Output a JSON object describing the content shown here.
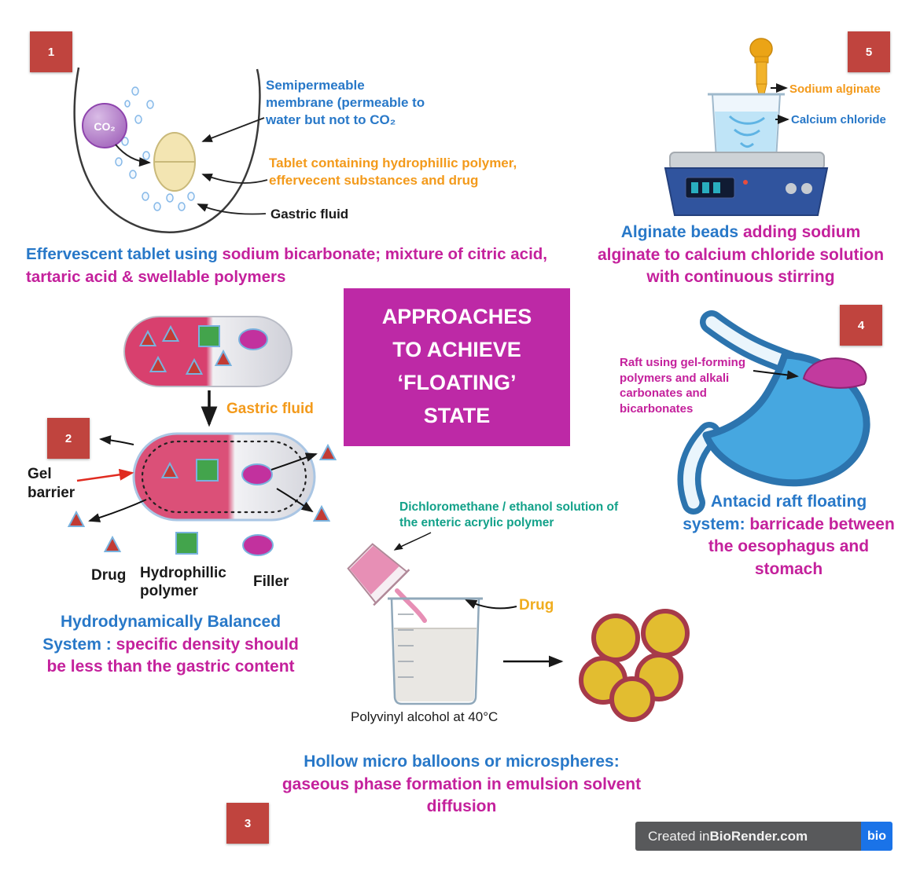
{
  "colors": {
    "blue": "#2878c8",
    "magenta": "#c4219c",
    "orange": "#f39a1b",
    "teal": "#12a189",
    "badge_red": "#c0443e",
    "title_bg": "#bd29a6"
  },
  "badges": {
    "n1": "1",
    "n2": "2",
    "n3": "3",
    "n4": "4",
    "n5": "5"
  },
  "title_box": {
    "lines": [
      "APPROACHES",
      "TO ACHIEVE",
      "‘FLOATING’",
      "STATE"
    ]
  },
  "effervescent": {
    "co2": "CO₂",
    "membrane_label": "Semipermeable membrane (permeable to water but not to CO₂",
    "tablet_label": "Tablet containing hydrophillic polymer, effervecent substances and drug",
    "gastric_fluid": "Gastric fluid",
    "caption_blue": "Effervescent  tablet using ",
    "caption_magenta": "sodium bicarbonate; mixture of citric acid, tartaric acid  & swellable polymers"
  },
  "alginate": {
    "sodium_alginate": "Sodium alginate",
    "calcium_chloride": "Calcium chloride",
    "caption_blue": "Alginate beads ",
    "caption_magenta": "adding sodium alginate to calcium chloride solution with continuous stirring"
  },
  "hbs": {
    "gastric_fluid": "Gastric fluid",
    "gel_barrier": "Gel barrier",
    "drug": "Drug",
    "hydrophillic_polymer": "Hydrophillic polymer",
    "filler": "Filler",
    "caption_blue": "Hydrodynamically Balanced System : ",
    "caption_magenta": "specific density should be less than the gastric content"
  },
  "raft": {
    "raft_label": "Raft using gel-forming polymers and alkali carbonates and bicarbonates",
    "caption_blue": "Antacid raft floating system: ",
    "caption_magenta": "barricade between the oesophagus and stomach"
  },
  "microballoon": {
    "solution_label": "Dichloromethane / ethanol solution of the enteric acrylic polymer",
    "drug": "Drug",
    "pva": "Polyvinyl alcohol at 40°C",
    "caption_blue": "Hollow micro balloons or microspheres: ",
    "caption_magenta": "gaseous phase formation in emulsion solvent diffusion"
  },
  "footer": {
    "created_in": "Created in ",
    "brand": "BioRender.com",
    "logo": "bio"
  }
}
